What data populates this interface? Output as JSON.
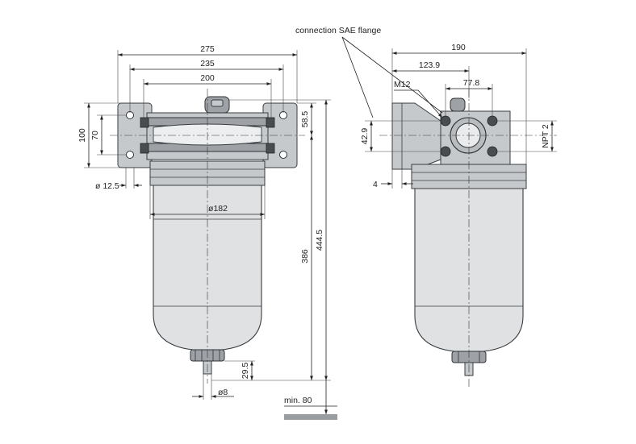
{
  "labels": {
    "connection": "connection SAE flange",
    "min80": "min. 80"
  },
  "dimensions": {
    "d275": "275",
    "d235": "235",
    "d200": "200",
    "d100": "100",
    "d70": "70",
    "d585": "58.5",
    "d125": "ø 12.5",
    "d182": "ø182",
    "d386": "386",
    "d4445": "444.5",
    "d295": "29.5",
    "d8": "ø8",
    "d190": "190",
    "d1239": "123.9",
    "d778": "77.8",
    "m12": "M12",
    "d429": "42.9",
    "npt2": "NPT 2",
    "d4": "4"
  },
  "colors": {
    "body": "#dfe1e3",
    "outline": "#3a3d40",
    "bolt": "#4a4d50",
    "floor": "#9a9da0"
  }
}
